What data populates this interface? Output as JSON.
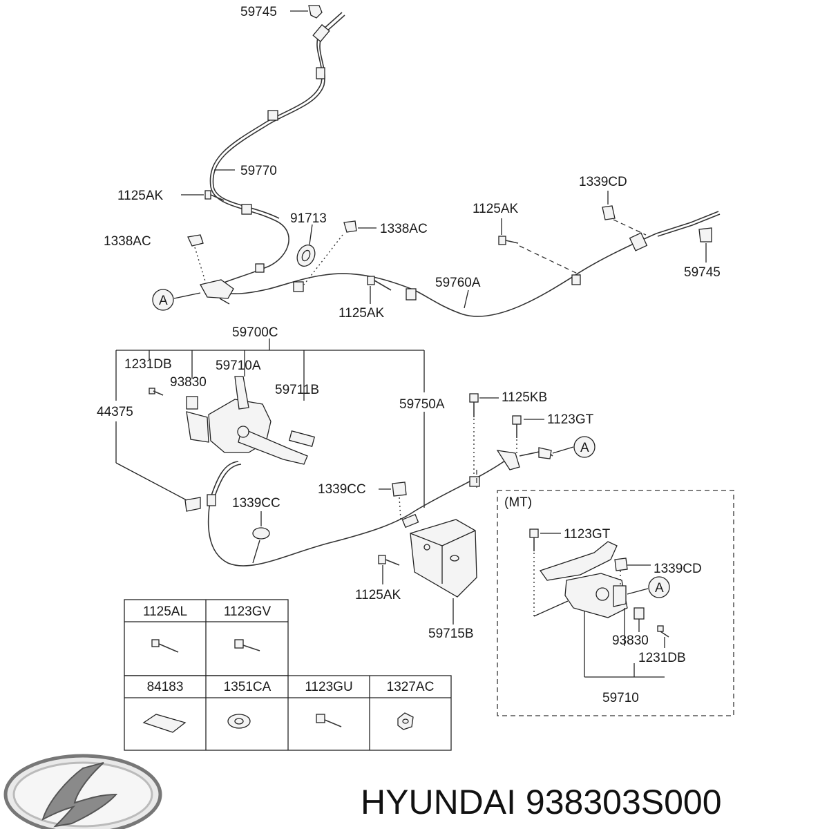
{
  "brand": {
    "logo_icon": "hyundai-logo-icon",
    "caption": "HYUNDAI 938303S000"
  },
  "callouts": {
    "p59745_top": "59745",
    "p59770": "59770",
    "p1125ak_a": "1125AK",
    "p91713": "91713",
    "p1338ac_left": "1338AC",
    "p1338ac_right": "1338AC",
    "p1339cd_top": "1339CD",
    "p1125ak_b": "1125AK",
    "p59745_right": "59745",
    "p59760a": "59760A",
    "p1125ak_c": "1125AK",
    "ref_a_left": "A",
    "p59700c": "59700C",
    "p1231db_top": "1231DB",
    "p59710a": "59710A",
    "p93830_top": "93830",
    "p59711b": "59711B",
    "p44375": "44375",
    "p59750a": "59750A",
    "p1125kb": "1125KB",
    "p1123gt_top": "1123GT",
    "ref_a_mid": "A",
    "p1339cc_right": "1339CC",
    "p1339cc_left": "1339CC",
    "mt_title": "(MT)",
    "p1123gt_mt": "1123GT",
    "p1339cd_mt": "1339CD",
    "ref_a_mt": "A",
    "p93830_mt": "93830",
    "p1231db_mt": "1231DB",
    "p59710": "59710",
    "p1125ak_d": "1125AK",
    "p59715b": "59715B"
  },
  "parts_table": {
    "row1": [
      "1125AL",
      "1123GV"
    ],
    "row2": [
      "84183",
      "1351CA",
      "1123GU",
      "1327AC"
    ]
  }
}
